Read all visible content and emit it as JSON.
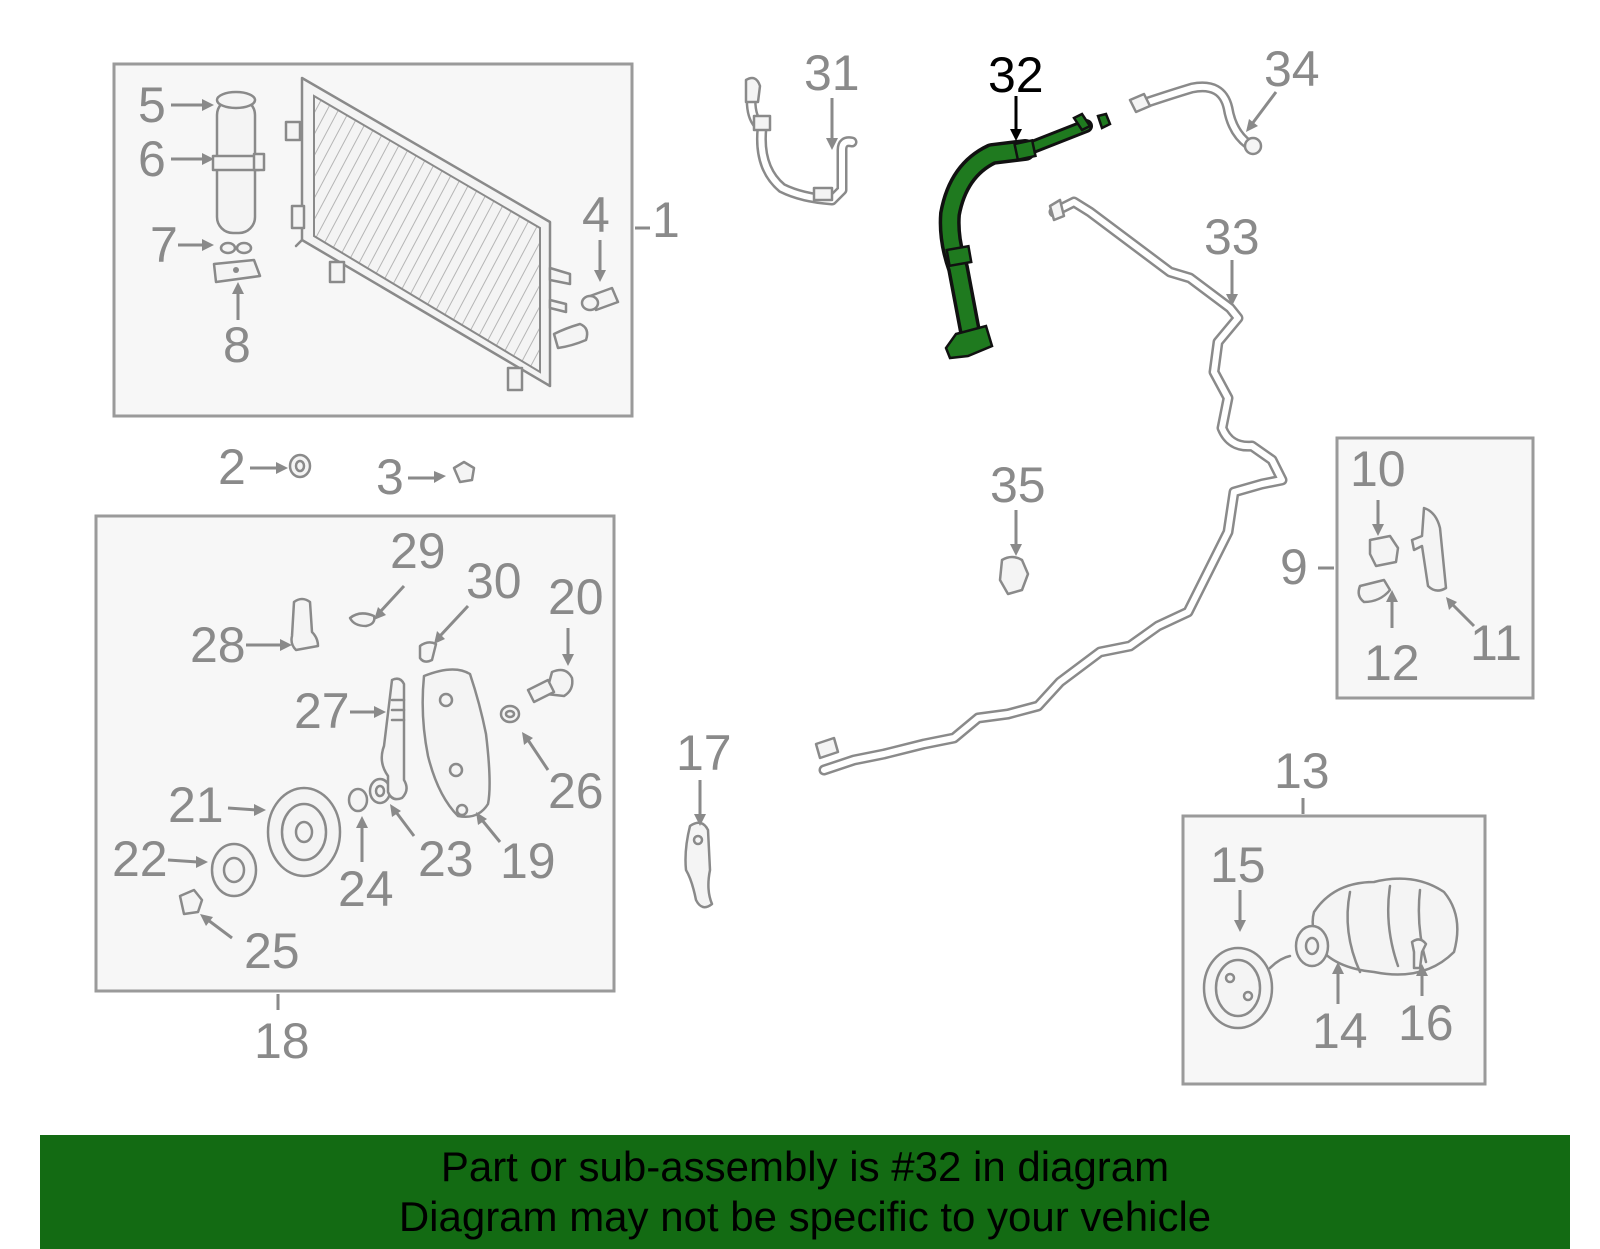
{
  "highlight_color": "#1f7a1f",
  "banner": {
    "line1": "Part or sub-assembly is #32 in diagram",
    "line2": "Diagram may not be specific to your vehicle",
    "color": "#136b13"
  },
  "labels": {
    "l1": "1",
    "l2": "2",
    "l3": "3",
    "l4": "4",
    "l5": "5",
    "l6": "6",
    "l7": "7",
    "l8": "8",
    "l9": "9",
    "l10": "10",
    "l11": "11",
    "l12": "12",
    "l13": "13",
    "l14": "14",
    "l15": "15",
    "l16": "16",
    "l17": "17",
    "l18": "18",
    "l19": "19",
    "l20": "20",
    "l21": "21",
    "l22": "22",
    "l23": "23",
    "l24": "24",
    "l25": "25",
    "l26": "26",
    "l27": "27",
    "l28": "28",
    "l29": "29",
    "l30": "30",
    "l31": "31",
    "l32": "32",
    "l33": "33",
    "l34": "34",
    "l35": "35"
  }
}
